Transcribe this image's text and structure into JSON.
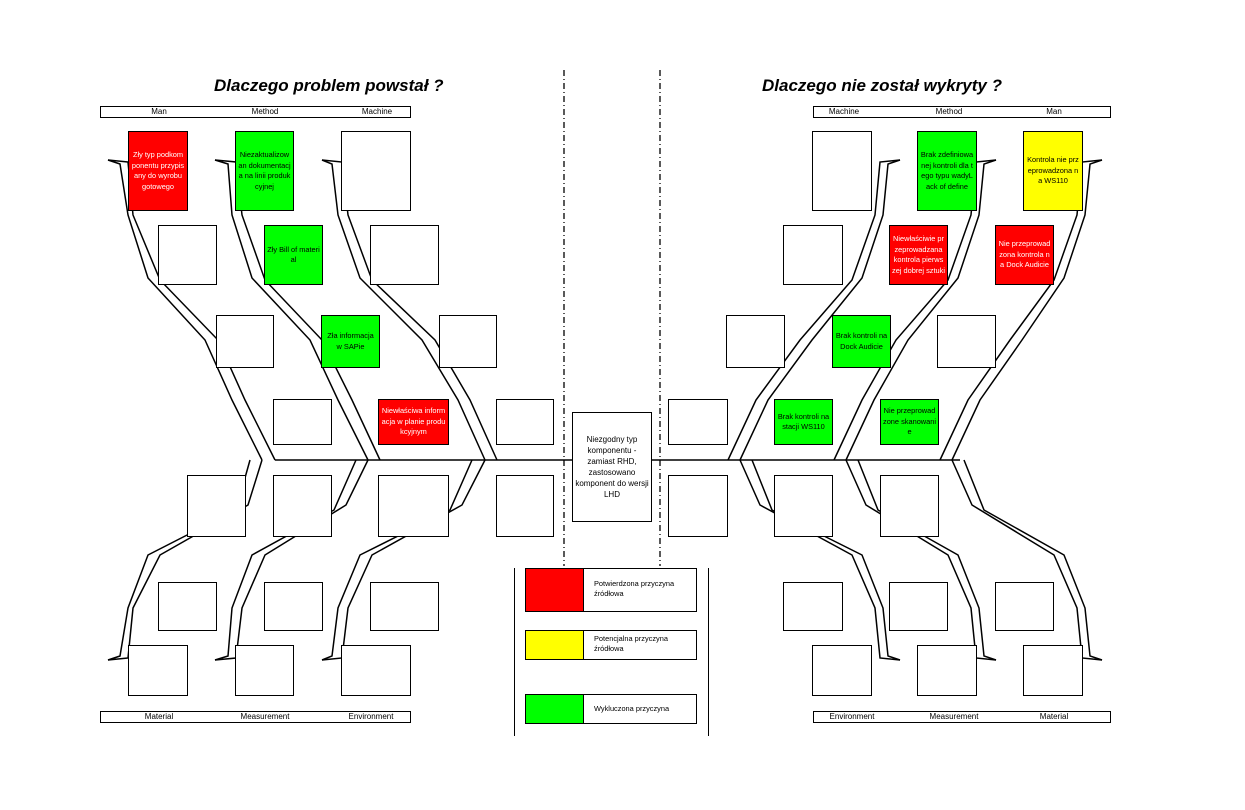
{
  "titles": {
    "left": "Dlaczego problem powstał ?",
    "right": "Dlaczego nie został wykryty ?"
  },
  "categories": {
    "left_top": [
      "Man",
      "Method",
      "Machine"
    ],
    "left_bottom": [
      "Material",
      "Measurement",
      "Environment"
    ],
    "right_top": [
      "Machine",
      "Method",
      "Man"
    ],
    "right_bottom": [
      "Environment",
      "Measurement",
      "Material"
    ]
  },
  "problem": "Niezgodny typ komponentu - zamiast RHD, zastosowano komponent do wersji LHD",
  "causes": {
    "left": [
      {
        "text": "Zły typ podkomponentu przypisany do wyrobu gotowego",
        "status": "confirmed"
      },
      {
        "text": "Niezaktualizowan dokumentacja na linii produkcyjnej",
        "status": "excluded"
      },
      {
        "text": "Zły Bill of material",
        "status": "excluded"
      },
      {
        "text": "Zła informacja w SAPie",
        "status": "excluded"
      },
      {
        "text": "Niewłaściwa informacja w planie produkcyjnym",
        "status": "confirmed"
      }
    ],
    "right": [
      {
        "text": "Brak zdefiniowanej kontroli dla tego typu wadyLack of define",
        "status": "excluded"
      },
      {
        "text": "Kontrola nie przeprowadzona na WS110",
        "status": "potential"
      },
      {
        "text": "Niewłaściwie przeprowadzana kontrola pierwszej dobrej sztuki",
        "status": "confirmed"
      },
      {
        "text": "Nie przeprowadzona kontrola na Dock Audicie",
        "status": "confirmed"
      },
      {
        "text": "Brak kontroli na Dock Audicie",
        "status": "excluded"
      },
      {
        "text": "Brak kontroli na stacji WS110",
        "status": "excluded"
      },
      {
        "text": "Nie przeprowadzone skanowanie",
        "status": "excluded"
      }
    ]
  },
  "legend": [
    {
      "label": "Potwierdzona przyczyna źródłowa",
      "color": "#ff0000"
    },
    {
      "label": "Potencjalna przyczyna źródłowa",
      "color": "#ffff00"
    },
    {
      "label": "Wykluczona przyczyna",
      "color": "#00ff00"
    }
  ],
  "colors": {
    "confirmed": "#ff0000",
    "potential": "#ffff00",
    "excluded": "#00ff00"
  }
}
